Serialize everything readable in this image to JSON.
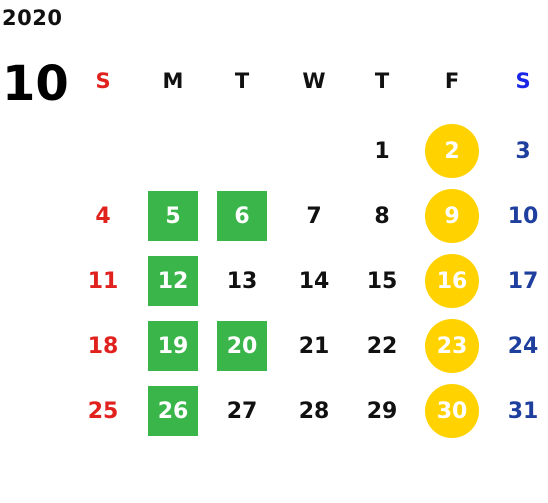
{
  "calendar": {
    "year": "2020",
    "month": "10",
    "weekdays": [
      "S",
      "M",
      "T",
      "W",
      "T",
      "F",
      "S"
    ],
    "weeks": [
      [
        "",
        "",
        "",
        "",
        "1",
        "2",
        "3"
      ],
      [
        "4",
        "5",
        "6",
        "7",
        "8",
        "9",
        "10"
      ],
      [
        "11",
        "12",
        "13",
        "14",
        "15",
        "16",
        "17"
      ],
      [
        "18",
        "19",
        "20",
        "21",
        "22",
        "23",
        "24"
      ],
      [
        "25",
        "26",
        "27",
        "28",
        "29",
        "30",
        "31"
      ]
    ],
    "green_days": [
      "5",
      "6",
      "12",
      "19",
      "20",
      "26"
    ],
    "yellow_days": [
      "2",
      "9",
      "16",
      "23",
      "30"
    ],
    "colors": {
      "sunday": "#e0211d",
      "saturday": "#1f3f9e",
      "saturday_header": "#1a26e6",
      "weekday": "#111111",
      "green_fill": "#3ab54a",
      "yellow_fill": "#ffd200",
      "highlight_text": "#ffffff"
    }
  }
}
